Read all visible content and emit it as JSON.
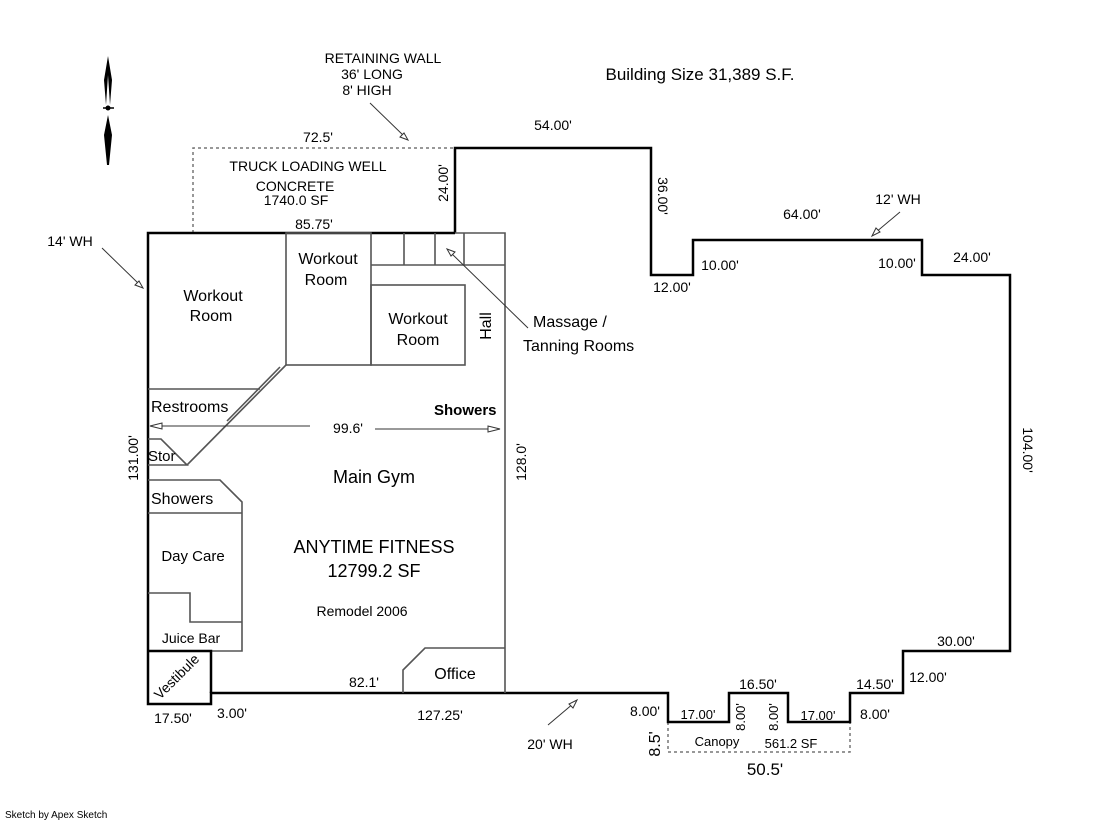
{
  "title": "Building Size  31,389 S.F.",
  "retaining_wall": [
    "RETAINING WALL",
    "36' LONG",
    "8' HIGH"
  ],
  "loading_well": {
    "label": "TRUCK LOADING WELL",
    "material": "CONCRETE",
    "area": "1740.0 SF",
    "width": "72.5'",
    "depth": "24.00'"
  },
  "tenant": {
    "name": "ANYTIME FITNESS",
    "area": "12799.2 SF",
    "note": "Remodel 2006"
  },
  "rooms": {
    "workout1": "Workout Room",
    "workout2": "Workout Room",
    "workout3": "Workout Room",
    "hall": "Hall",
    "restrooms": "Restrooms",
    "stor": "Stor",
    "showers_left": "Showers",
    "showers_right": "Showers",
    "main_gym": "Main Gym",
    "day_care": "Day Care",
    "juice_bar": "Juice Bar",
    "vestibule": "Vestibule",
    "office": "Office",
    "massage": "Massage / Tanning Rooms"
  },
  "canopy": {
    "label": "Canopy",
    "area": "561.2 SF",
    "width": "50.5'",
    "depth": "8.5'"
  },
  "wall_heights": {
    "west": "14' WH",
    "north": "12' WH",
    "south": "20' WH"
  },
  "dimensions": {
    "d85_75": "85.75'",
    "d54": "54.00'",
    "d36": "36.00'",
    "d12a": "12.00'",
    "d10a": "10.00'",
    "d64": "64.00'",
    "d10b": "10.00'",
    "d24": "24.00'",
    "d104": "104.00'",
    "d30": "30.00'",
    "d12b": "12.00'",
    "d14_5": "14.50'",
    "d8a": "8.00'",
    "d17a": "17.00'",
    "d8b": "8.00'",
    "d16_5": "16.50'",
    "d8c": "8.00'",
    "d17b": "17.00'",
    "d8d": "8.00'",
    "d127_25": "127.25'",
    "d82_1": "82.1'",
    "d3": "3.00'",
    "d17_5": "17.50'",
    "d131": "131.00'",
    "d128": "128.0'",
    "d99_6": "99.6'"
  },
  "footer": "Sketch by Apex Sketch"
}
